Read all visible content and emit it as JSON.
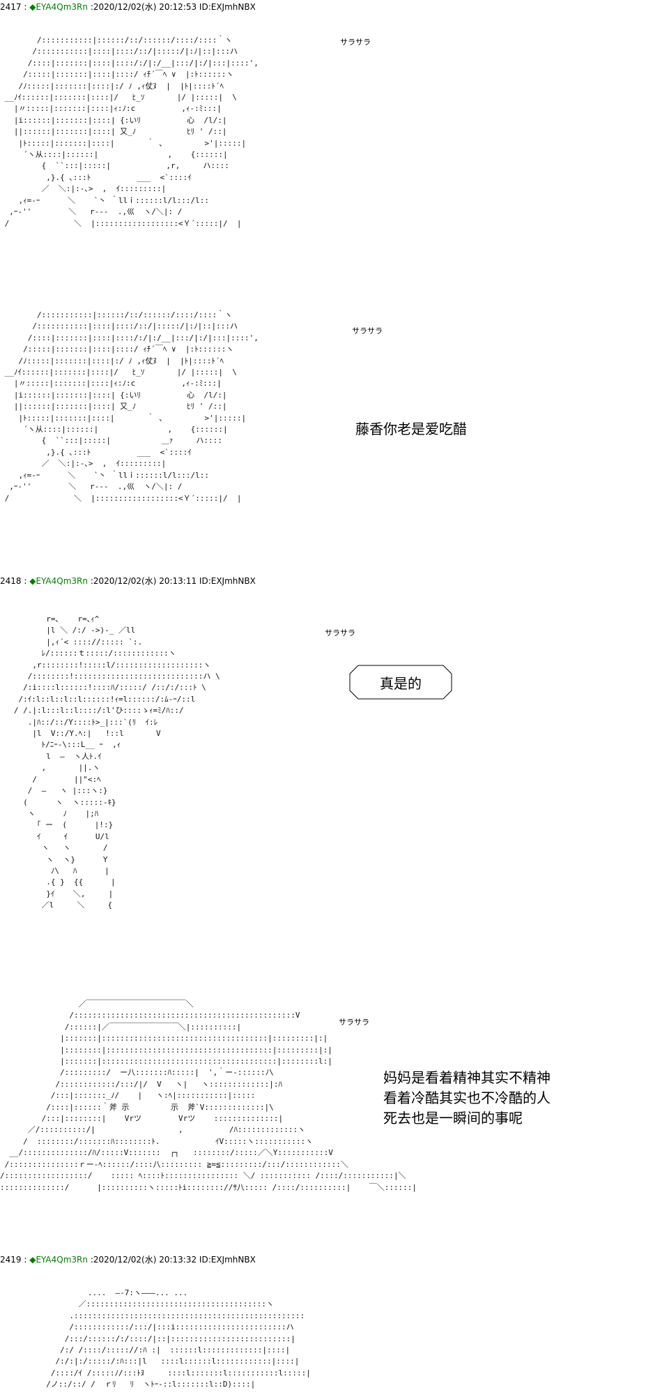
{
  "posts": [
    {
      "header": {
        "number": "2417",
        "sep": " : ",
        "trip_mark": "◆",
        "name": "EYA4Qm3Rn",
        "date": " :2020/12/02(水) 20:12:53 ID:EXJmhNBX"
      },
      "panels": [
        {
          "sfx": "サラサラ",
          "dialogue": "",
          "art": "        /:::::::::::|::::::/::/::::::/::::/::::｀ヽ\n       /:::::::::::|::::|::::/::/|:::::/|:ﾉ|::|:::ハ\n      /::::|:::::::|::::|::::/:/|:/__|:::/|:/|:::|::::',\n     /:::::|:::::::|::::|::::/ ｨﾁ´￣ﾍ ∨  |:ﾄ::::::ヽ\n    /ﾉ:::::|:::::::|::::|:/ ﾉ ,ｨ仗ﾇ  |  |ﾄ|::::ﾄ´ﾍ\n __ﾉｲ::::::|:::::::|::::|/   ﾋ_ｿ       |/ |:::::|  \\\n   |〃:::::|:::::::|::::|ｨ:ﾉ:c          ,ｨ-:ﾐ:::|\n   |i::::::|:::::::|::::| {:いﾘ          心  /l/:|\n   ||::::::|:::::::|::::| 又_ﾉ           ﾋﾘ ' /::|\n    |ﾄ:::::|:::::::|::::|       ｀ ､         >'|:::::|\n     ´ヽ从::::|::::::|               ,    {::::::|\n         {  ``:::|:::::|            ,r,     ハ::::\n          ,}.{ ､:::ﾄ          ___  <`::::ｲ\n         ／  ＼:|:-､>  ,  ｲ:::::::::|\n    ,ｨ=-ｰ      ＼    `丶 ｀llｉ::::::l/l:::/l::\n  ,ｰ‐''        ＼   r‐-‐  .,巛  ヽ/＼|: /\n /              ＼  |::::::::::::::::::<Ｙ´:::::|/  |"
        },
        {
          "sfx": "サラサラ",
          "dialogue": "藤香你老是爱吃醋",
          "art": "        /:::::::::::|::::::/::/::::::/::::/::::｀ヽ\n       /:::::::::::|::::|::::/::/|:::::/|:ﾉ|::|:::ハ\n      /::::|:::::::|::::|::::/:/|:/__|:::/|:/|:::|::::',\n     /:::::|:::::::|::::|::::/ ｨﾁ´￣ﾍ ∨  |:ﾄ::::::ヽ\n    /ﾉ:::::|:::::::|::::|:/ ﾉ ,ｨ仗ﾇ  |  |ﾄ|::::ﾄ´ﾍ\n __ﾉｲ::::::|:::::::|::::|/   ﾋ_ｿ       |/ |:::::|  \\\n   |〃:::::|:::::::|::::|ｨ:ﾉ:c          ,ｨ-:ﾐ:::|\n   |i::::::|:::::::|::::| {:いﾘ          心  /l/:|\n   ||::::::|:::::::|::::| 又_ﾉ           ﾋﾘ ' /::|\n    |ﾄ:::::|:::::::|::::|       ｀ ､         >'|:::::|\n     ´ヽ从::::|::::::|               ,    {::::::|\n         {  ``:::|:::::|           ＿ｧ     ハ::::\n          ,}.{ ､:::ﾄ          ___  <`::::ｲ\n         ／  ＼:|:-､>  ,  ｲ:::::::::|\n    ,ｨ=-ｰ      ＼    `丶 ｀llｉ::::::l/l:::/l::\n  ,ｰ‐''        ＼   r‐-‐  .,巛  ヽ/＼|: /\n /              ＼  |::::::::::::::::::<Ｙ´:::::|/  |"
        }
      ]
    },
    {
      "header": {
        "number": "2418",
        "sep": " : ",
        "trip_mark": "◆",
        "name": "EYA4Qm3Rn",
        "date": " :2020/12/02(水) 20:13:11 ID:EXJmhNBX"
      },
      "panels": [
        {
          "sfx": "サラサラ",
          "dialogue": "",
          "bubble": "真是的",
          "art": "          r=､    r=､ｨ^\n          |l ＼ /:/ ->)-_ ／ll\n          |,ｨ´< :::://::::: `:.\n         ﾚ/::::::ｔ:::::/::::::::::::ヽ\n       ,r::::::::!:::::l/:::::::::::::::::::ヽ\n      /::::::::!::::::::::::::::::::::::::::ハ \\\n     /:i::::l::::::!::::ﾊ/:::::/ /::/:/:::ﾄ \\\n    /:ｲ:l::l::l::l::::::!ｨ=l::::::/:ﾑ-ｰ/::l\n   / /.|:l:::l::l::::/:l'ひ::::ゝｨ=ﾐ/ﾊ::/\n      .|ﾊ::/::/Y::::ﾄ>_|:::`(ﾘ  ｲ:ﾚ\n       |l  V::/Y.ﾍ:|   !::l       V\n         ﾄ/ﾆｰ‐\\:::L__ ｰ  ,ｨ\n          l  ―  ヽ人ﾄ.ｲ\n         ,       ||.ヽ\n       /        ||\"<:ﾍ\n      /  ―   ヽ |:::ヽ:}\n     (      ヽ  ヽ:::::-ｷ}\n      ヽ      ﾉ    |;ﾊ\n        ｢ ー  (      |!:}\n        ｲ     ｲ      U/l\n         ヽ   ヽ       /\n          ヽ  ヽ}      Y\n           ﾉ\\   ﾊ      |\n          .{ }  {{      |\n          }ｲ    ＼,     |\n         ／l     ＼     {"
        },
        {
          "sfx": "サラサラ",
          "dialogue": "妈妈是看着精神其实不精神\n看着冷酷其实也不冷酷的人\n死去也是一瞬间的事呢",
          "art": "                 ／￣￣￣￣￣￣￣￣￣￣￣￣￣＼\n               /::::::::::::::::::::::::::::::::::::::::::::::::V\n              /::::::|／￣￣￣￣￣￣￣￣￣＼|::::::::::|\n             |:::::::|::::::::::::::::::::::::::::::::::::|:::::::::|:|\n             |::::::::|::::::::::::::::::::::::::::::::::::|:::::::::|:|\n             |:::::::|::::::::::::::::::::::::::::::::::::::|::::::::l:|\n             /:::::::::/  ー八:::::::ﾊ:::::|  ',｀ー‐::::::ﾉ\\\n            /::::::::::::/:::/|/  V   ヽ|   ヽ:::::::::::::|:ﾊ\n           /:::|:::::::_ﾉ/    |   ヽ:ﾍ|:::::::::::|:::::\n          /::::|::::::｀斧 示         示  斧`V:::::::::::::|\\\n         /:::|::::::::|    Vrツ        Vrツ    ::::::::::::::|\n      ／/::::::::::/|                  ,          /ﾊ:::::::::::::ヽ\n     /  ::::::::/:::::::ﾊ::::::::ﾄ.            ｲV:::::ヽ:::::::::::ヽ\n  __/::::::::::::::/ﾊ/:::::V:::::::  ┌┐   ::::::::/:::::／＼Y:::::::::::V\n /:::::::::::::::ｒー‐ﾍ::::::/::::八::::::::: ≧=≦:::::::::/:::/::::::::::::＼\n/::::::::::::::::::/    ::::: ﾍ::::ﾄ:::::::::::::::: ＼/ ::::::::::: /::::/:::::::::::|＼\n::::::::::::::/      |::::::::::ヽ:::::ﾄi:::::::://ｻ八::::: /::::/::::::::::|    ￣＼::::::|"
        }
      ]
    },
    {
      "header": {
        "number": "2419",
        "sep": " : ",
        "trip_mark": "◆",
        "name": "EYA4Qm3Rn",
        "date": " :2020/12/02(水) 20:13:32 ID:EXJmhNBX"
      },
      "panels": [
        {
          "sfx": "",
          "dialogue": "",
          "art": "                   ....  ―-7:ヽ―――... ...\n                 ／:::::::::::::::::::::::::::::::::::::::ヽ\n               .::::::::::::::::::::::::::::::::::::::::::::::::::\n               /::::::::::::/:::/|:::i::::::::::::::::::::::::ハ\n              /:::/::::::/:/::::/|::|::::::::::::::::::::::::::|\n             /:/ /::::/::::://:ﾊ :|  ::::::l:::::::::::::|::::|\n            /:/:|:/:::::/:ﾊ:::|l   ::::l::::::l::::::::::::|::::|\n           /::::/ｲ /:::::ﾉ/:::ﾄﾇ     ::::l:::::::l:::::::::::l:::::|\n          /ノ::/::/ /  ｒﾘ   ﾘ  ヽﾄｰ‐::l:::::::l::D)::::|"
        }
      ]
    }
  ]
}
